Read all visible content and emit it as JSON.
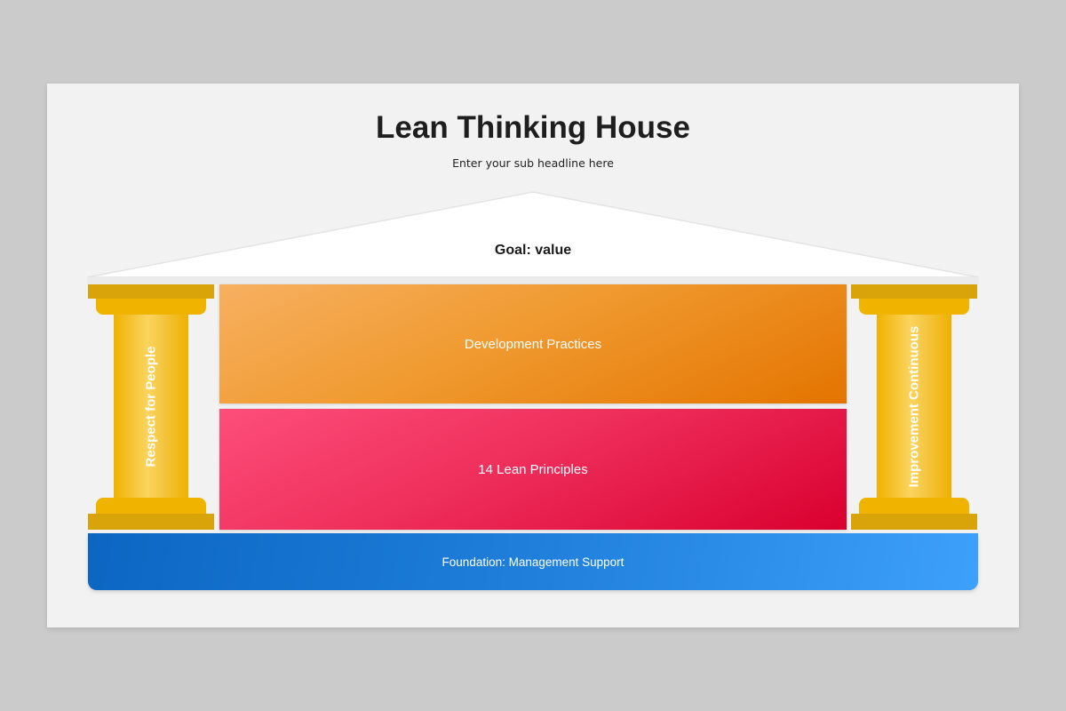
{
  "header": {
    "title": "Lean Thinking House",
    "subtitle": "Enter your sub headline here"
  },
  "house": {
    "roof_label": "Goal: value",
    "pillar_left_label": "Respect for People",
    "pillar_right_label": "Improvement Continuous",
    "upper_block_label": "Development Practices",
    "lower_block_label": "14 Lean Principles",
    "foundation_label": "Foundation: Management Support"
  },
  "colors": {
    "pillar_gold": "#f0b400",
    "development_orange": "#f09a30",
    "principles_red": "#ef2f5c",
    "foundation_blue": "#1f7fda"
  }
}
